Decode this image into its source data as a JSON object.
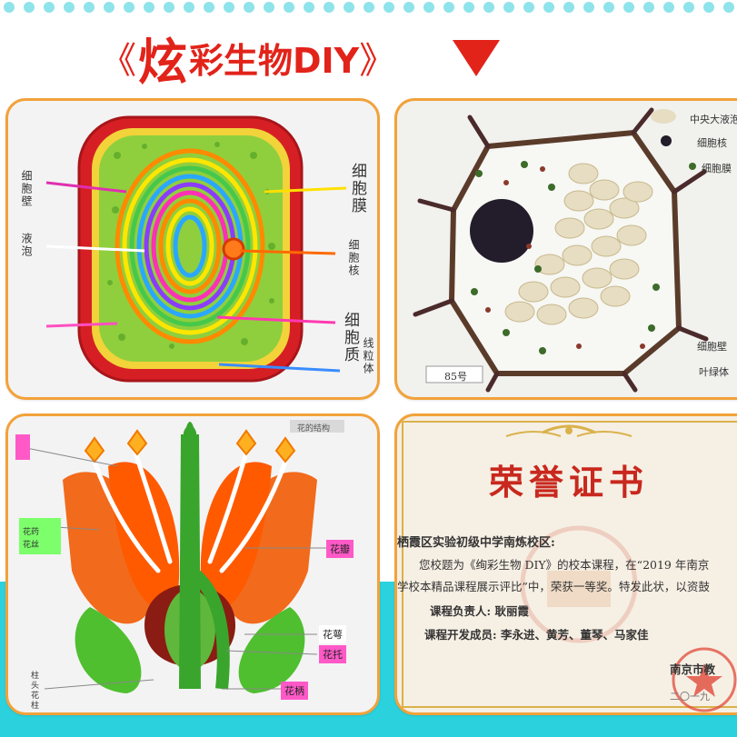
{
  "header": {
    "bracket_open": "《",
    "title_big": "炫",
    "title_rest": "彩生物DIY",
    "bracket_close": "》",
    "accent_color": "#e2231a",
    "teal_color": "#2bd2de"
  },
  "card1": {
    "labels_left": [
      "细胞壁",
      "液泡"
    ],
    "labels_right": [
      "细胞膜",
      "细胞核",
      "细胞质",
      "线粒体"
    ]
  },
  "card2": {
    "labels_right": [
      "中央大液泡",
      "细胞核",
      "细胞膜",
      "细胞壁",
      "叶绿体"
    ],
    "number_tag": "85号"
  },
  "card3": {
    "top_tag": "花的结构",
    "tags": [
      "花瓣",
      "花萼",
      "花托",
      "花柄"
    ],
    "side_text": "花药",
    "side_text2": "花丝",
    "bottom_text": "柱头花柱"
  },
  "card4": {
    "title": "荣誉证书",
    "school": "栖霞区实验初级中学南炼校区:",
    "line1": "您校题为《绚彩生物 DIY》的校本课程，在“2019 年南京",
    "line2": "学校本精品课程展示评比”中，荣获一等奖。特发此状，以资鼓",
    "leader_label": "课程负责人:",
    "leader_name": "耿丽霞",
    "members_label": "课程开发成员:",
    "members_names": "李永进、黄芳、董琴、马家佳",
    "issuer": "南京市教",
    "date": "二〇一九"
  }
}
